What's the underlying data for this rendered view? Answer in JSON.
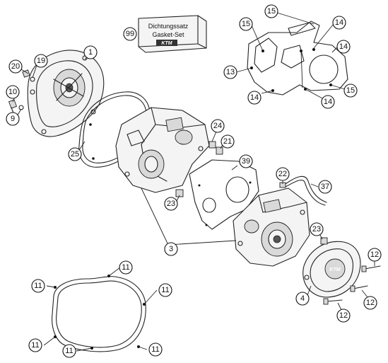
{
  "gasket_box": {
    "line1": "Dichtungssatz",
    "line2": "Gasket-Set",
    "logo": "KTM"
  },
  "callouts": [
    {
      "id": "c1",
      "label": "1"
    },
    {
      "id": "c3",
      "label": "3"
    },
    {
      "id": "c4",
      "label": "4"
    },
    {
      "id": "c9",
      "label": "9"
    },
    {
      "id": "c10",
      "label": "10"
    },
    {
      "id": "c11a",
      "label": "11"
    },
    {
      "id": "c11b",
      "label": "11"
    },
    {
      "id": "c11c",
      "label": "11"
    },
    {
      "id": "c11d",
      "label": "11"
    },
    {
      "id": "c11e",
      "label": "11"
    },
    {
      "id": "c11f",
      "label": "11"
    },
    {
      "id": "c12a",
      "label": "12"
    },
    {
      "id": "c12b",
      "label": "12"
    },
    {
      "id": "c12c",
      "label": "12"
    },
    {
      "id": "c13",
      "label": "13"
    },
    {
      "id": "c14a",
      "label": "14"
    },
    {
      "id": "c14b",
      "label": "14"
    },
    {
      "id": "c14c",
      "label": "14"
    },
    {
      "id": "c14d",
      "label": "14"
    },
    {
      "id": "c15a",
      "label": "15"
    },
    {
      "id": "c15b",
      "label": "15"
    },
    {
      "id": "c15c",
      "label": "15"
    },
    {
      "id": "c19",
      "label": "19"
    },
    {
      "id": "c20",
      "label": "20"
    },
    {
      "id": "c21",
      "label": "21"
    },
    {
      "id": "c22",
      "label": "22"
    },
    {
      "id": "c23a",
      "label": "23"
    },
    {
      "id": "c23b",
      "label": "23"
    },
    {
      "id": "c24",
      "label": "24"
    },
    {
      "id": "c25",
      "label": "25"
    },
    {
      "id": "c37",
      "label": "37"
    },
    {
      "id": "c39",
      "label": "39"
    },
    {
      "id": "c99",
      "label": "99"
    }
  ]
}
